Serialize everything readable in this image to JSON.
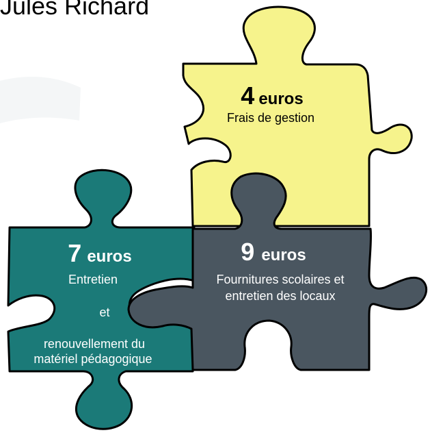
{
  "title": "Jules Richard",
  "pieces": [
    {
      "id": "frais",
      "amount_number": "4",
      "amount_unit": "euros",
      "desc_lines": [
        "Frais de gestion"
      ],
      "color": "#f6f38c"
    },
    {
      "id": "entretien",
      "amount_number": "7",
      "amount_unit": "euros",
      "desc_lines": [
        "Entretien",
        "et",
        "renouvellement du",
        "matériel pédagogique"
      ],
      "color": "#1b7a78"
    },
    {
      "id": "fournitures",
      "amount_number": "9",
      "amount_unit": "euros",
      "desc_lines": [
        "Fournitures scolaires et",
        "entretien  des locaux"
      ],
      "color": "#4a5660"
    }
  ]
}
